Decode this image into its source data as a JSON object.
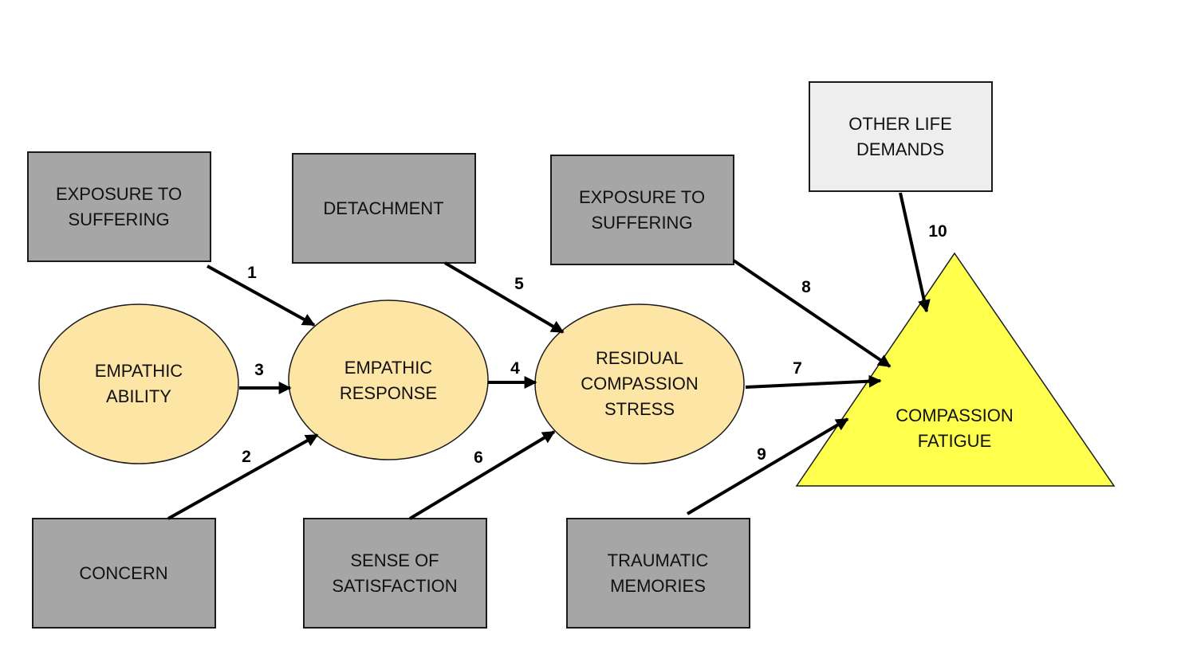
{
  "diagram": {
    "nodes": {
      "exposure_1": {
        "line1": "EXPOSURE TO",
        "line2": "SUFFERING"
      },
      "detachment": {
        "line1": "DETACHMENT"
      },
      "exposure_2": {
        "line1": "EXPOSURE TO",
        "line2": "SUFFERING"
      },
      "other_life_demands": {
        "line1": "OTHER LIFE",
        "line2": "DEMANDS"
      },
      "empathic_ability": {
        "line1": "EMPATHIC",
        "line2": "ABILITY"
      },
      "empathic_response": {
        "line1": "EMPATHIC",
        "line2": "RESPONSE"
      },
      "residual_stress": {
        "line1": "RESIDUAL",
        "line2": "COMPASSION",
        "line3": "STRESS"
      },
      "compassion_fatigue": {
        "line1": "COMPASSION",
        "line2": "FATIGUE"
      },
      "concern": {
        "line1": "CONCERN"
      },
      "satisfaction": {
        "line1": "SENSE OF",
        "line2": "SATISFACTION"
      },
      "traumatic_memories": {
        "line1": "TRAUMATIC",
        "line2": "MEMORIES"
      }
    },
    "edges": {
      "e1": "1",
      "e2": "2",
      "e3": "3",
      "e4": "4",
      "e5": "5",
      "e6": "6",
      "e7": "7",
      "e8": "8",
      "e9": "9",
      "e10": "10"
    },
    "colors": {
      "factor_box": "#a6a6a6",
      "other_box": "#eeeeee",
      "process_oval": "#fde5a6",
      "outcome_triangle": "#ffff4d"
    }
  }
}
